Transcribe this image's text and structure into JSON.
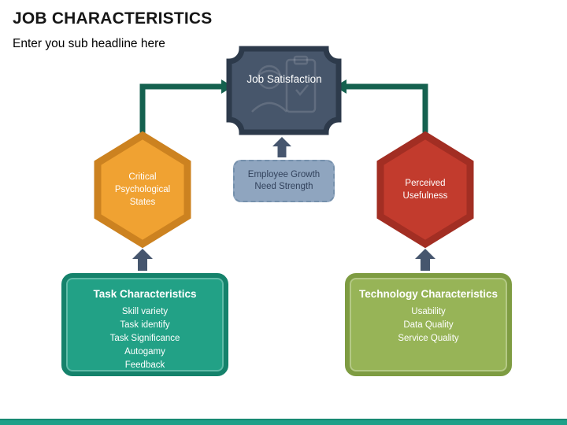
{
  "slide": {
    "title": "JOB CHARACTERISTICS",
    "subtitle": "Enter you sub headline here"
  },
  "diagram": {
    "job_satisfaction": {
      "label": "Job Satisfaction"
    },
    "employee_growth": {
      "label": "Employee Growth Need Strength"
    },
    "critical_psychological_states": {
      "label": "Critical Psychological States"
    },
    "perceived_usefulness": {
      "label": "Perceived Usefulness"
    },
    "task_characteristics": {
      "title": "Task Characteristics",
      "items": [
        "Skill variety",
        "Task identify",
        "Task Significance",
        "Autogamy",
        "Feedback"
      ]
    },
    "technology_characteristics": {
      "title": "Technology Characteristics",
      "items": [
        "Usability",
        "Data Quality",
        "Service Quality"
      ]
    }
  },
  "colors": {
    "plaque_fill": "#47566B",
    "plaque_border": "#2D3A4B",
    "employee_fill": "#8FA5BF",
    "employee_text": "#32425C",
    "hex_orange_fill": "#F0A232",
    "hex_orange_border": "#CC8220",
    "hex_red_fill": "#C23B2D",
    "hex_red_border": "#A22E23",
    "task_box_fill": "#22A186",
    "task_box_border": "#15826B",
    "tech_box_fill": "#97B457",
    "tech_box_border": "#7E9C42",
    "elbow_arrow": "#15614F",
    "block_arrow": "#46566E",
    "bottom_bar": "#1EA089"
  }
}
